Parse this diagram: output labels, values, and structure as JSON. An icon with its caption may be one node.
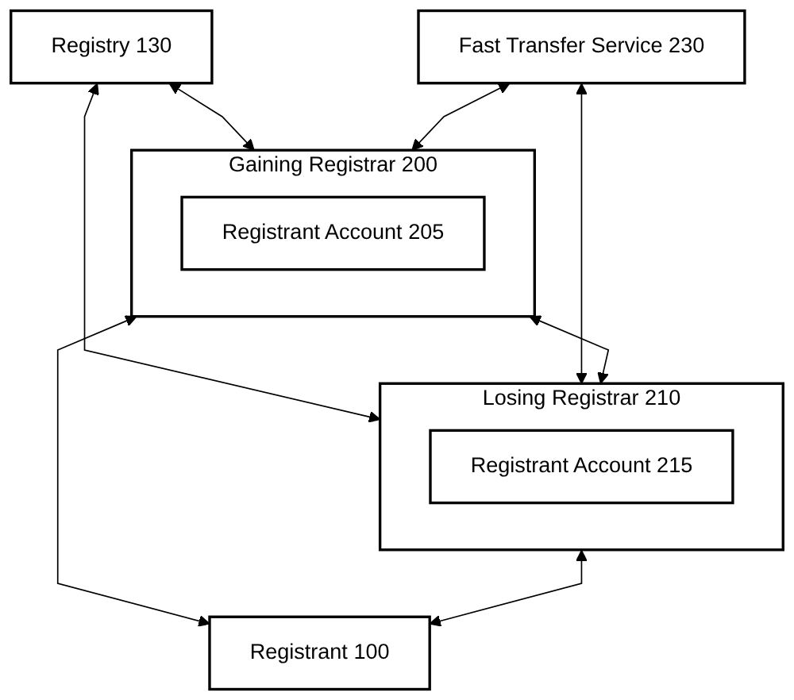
{
  "diagram": {
    "nodes": [
      {
        "text": [
          "Registry 130"
        ]
      },
      {
        "text": [
          "Fast Transfer Service 230"
        ]
      },
      {
        "text": [
          "Gaining Registrar 200"
        ]
      },
      {
        "text": [
          "Registrant Account 205"
        ],
        "in": 2
      },
      {
        "text": [
          "Losing Registrar 210"
        ]
      },
      {
        "text": [
          "Registrant Account 215"
        ],
        "in": 4
      },
      {
        "text": [
          "Registrant 100"
        ]
      }
    ],
    "edges": [
      {
        "from": 0,
        "to": 2,
        "arrow": "both"
      },
      {
        "from": 0,
        "to": 4,
        "arrow": "both"
      },
      {
        "from": 1,
        "to": 2,
        "arrow": "both"
      },
      {
        "from": 1,
        "to": 4,
        "arrow": "both"
      },
      {
        "from": 2,
        "to": 4,
        "arrow": "both"
      },
      {
        "from": 2,
        "to": 6,
        "arrow": "both"
      },
      {
        "from": 4,
        "to": 6,
        "arrow": "both"
      }
    ]
  }
}
